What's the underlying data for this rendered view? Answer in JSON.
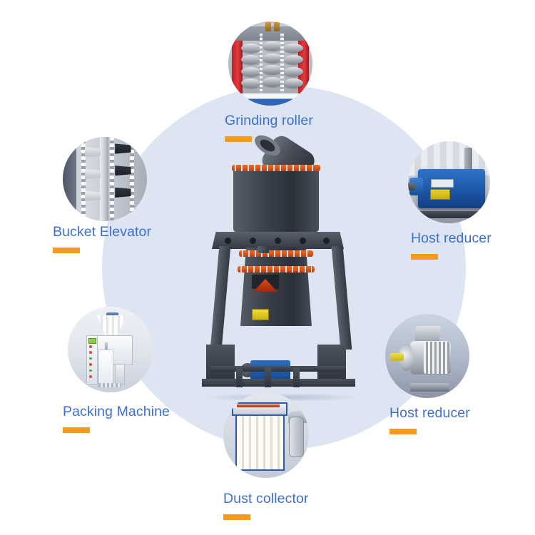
{
  "diagram": {
    "title": "Vertical grinding mill component callout diagram",
    "background_color": "#ffffff",
    "hub_circle_color": "#dde5f3",
    "label_color": "#3d6fd0",
    "accent_color": "#f79a1e",
    "center_machine": {
      "name": "vertical-roller-mill",
      "body_color": "#3b414b",
      "ring_color": "#f26b22",
      "motor_color": "#2a6ec4"
    },
    "callouts": [
      {
        "id": "grinding-roller",
        "label": "Grinding roller",
        "position": "top",
        "thumb": "grinding-roller-photo"
      },
      {
        "id": "host-reducer-top",
        "label": "Host reducer",
        "position": "right-upper",
        "thumb": "blue-gearbox-photo"
      },
      {
        "id": "host-reducer-bottom",
        "label": "Host reducer",
        "position": "right-lower",
        "thumb": "electric-motor-photo"
      },
      {
        "id": "dust-collector",
        "label": "Dust collector",
        "position": "bottom",
        "thumb": "dust-collector-photo"
      },
      {
        "id": "packing-machine",
        "label": "Packing Machine",
        "position": "left-lower",
        "thumb": "packing-machine-photo"
      },
      {
        "id": "bucket-elevator",
        "label": "Bucket Elevator",
        "position": "left-upper",
        "thumb": "bucket-elevator-photo"
      }
    ]
  }
}
